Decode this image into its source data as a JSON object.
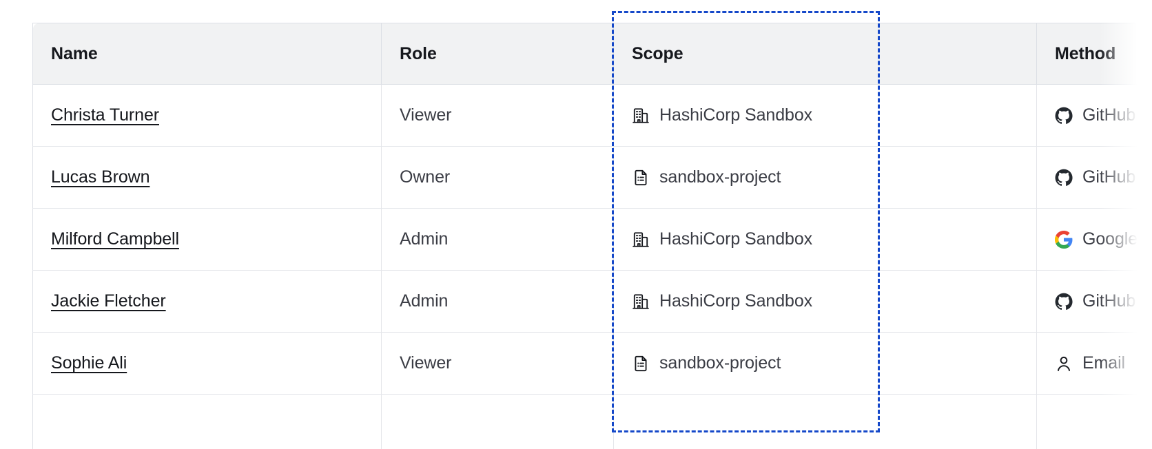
{
  "table": {
    "name": "members-table",
    "columns": [
      {
        "key": "name",
        "label": "Name"
      },
      {
        "key": "role",
        "label": "Role"
      },
      {
        "key": "scope",
        "label": "Scope"
      },
      {
        "key": "method",
        "label": "Method"
      }
    ],
    "rows": [
      {
        "name": "Christa Turner",
        "role": "Viewer",
        "scope": "HashiCorp Sandbox",
        "scope_icon": "organization-building-icon",
        "method": "GitHub",
        "method_icon": "github-icon"
      },
      {
        "name": "Lucas Brown",
        "role": "Owner",
        "scope": "sandbox-project",
        "scope_icon": "project-document-icon",
        "method": "GitHub",
        "method_icon": "github-icon"
      },
      {
        "name": "Milford Campbell",
        "role": "Admin",
        "scope": "HashiCorp Sandbox",
        "scope_icon": "organization-building-icon",
        "method": "Google",
        "method_icon": "google-icon"
      },
      {
        "name": "Jackie Fletcher",
        "role": "Admin",
        "scope": "HashiCorp Sandbox",
        "scope_icon": "organization-building-icon",
        "method": "GitHub",
        "method_icon": "github-icon"
      },
      {
        "name": "Sophie Ali",
        "role": "Viewer",
        "scope": "sandbox-project",
        "scope_icon": "project-document-icon",
        "method": "Email",
        "method_icon": "user-person-icon"
      },
      {
        "name": "",
        "role": "",
        "scope": "",
        "scope_icon": "project-document-icon",
        "method": "",
        "method_icon": ""
      }
    ]
  },
  "highlight": {
    "target_column": "Scope",
    "style": "dashed",
    "color": "#1548c9"
  },
  "colors": {
    "header_background": "#f1f2f3",
    "header_text": "#16181d",
    "body_text": "#3b3d45",
    "border": "#dcdfe5",
    "row_border": "#e4e6ea",
    "link_text": "#16181d",
    "highlight_blue": "#1548c9",
    "github_dark": "#24292f",
    "google_blue": "#4285f4",
    "google_red": "#ea4335",
    "google_yellow": "#fbbc05",
    "google_green": "#34a853"
  }
}
